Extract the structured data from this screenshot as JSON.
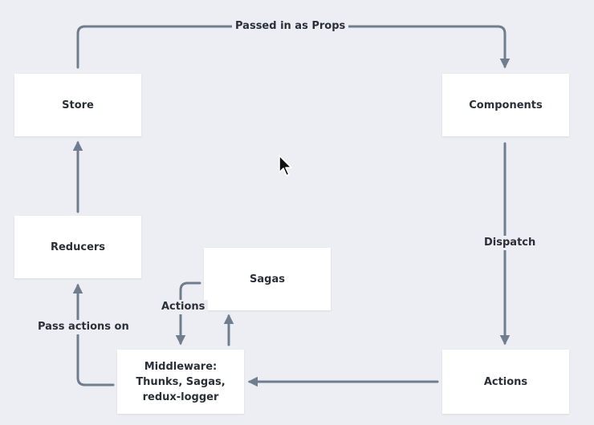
{
  "diagram": {
    "nodes": {
      "store": "Store",
      "components": "Components",
      "reducers": "Reducers",
      "sagas": "Sagas",
      "middleware": "Middleware:\nThunks, Sagas,\nredux-logger",
      "actions": "Actions"
    },
    "edges": {
      "passed_in_as_props": "Passed in as Props",
      "dispatch": "Dispatch",
      "pass_actions_on": "Pass actions on",
      "actions": "Actions"
    }
  },
  "colors": {
    "background": "#edeef3",
    "node_fill": "#ffffff",
    "arrow": "#6f7d8f",
    "text": "#2b2f38"
  },
  "icons": {
    "cursor": "mouse-pointer-icon"
  }
}
